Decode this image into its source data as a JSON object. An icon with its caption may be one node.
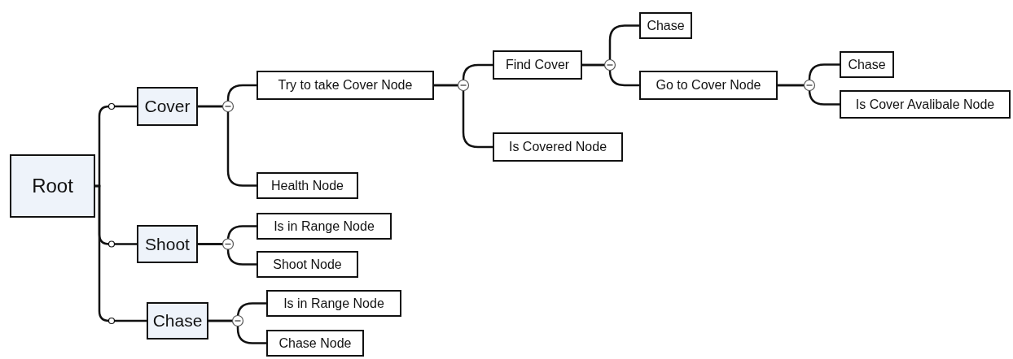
{
  "diagram": {
    "nodes": [
      {
        "text": [
          "Root"
        ]
      },
      {
        "text": [
          "Cover"
        ]
      },
      {
        "text": [
          "Shoot"
        ]
      },
      {
        "text": [
          "Chase"
        ]
      },
      {
        "text": [
          "Try to take Cover Node"
        ]
      },
      {
        "text": [
          "Health Node"
        ]
      },
      {
        "text": [
          "Find Cover"
        ]
      },
      {
        "text": [
          "Is Covered Node"
        ]
      },
      {
        "text": [
          "Chase"
        ]
      },
      {
        "text": [
          "Go to Cover Node"
        ]
      },
      {
        "text": [
          "Chase"
        ]
      },
      {
        "text": [
          "Is Cover Avalibale Node"
        ]
      },
      {
        "text": [
          "Is in Range Node"
        ]
      },
      {
        "text": [
          "Shoot Node"
        ]
      },
      {
        "text": [
          "Is in Range Node"
        ]
      },
      {
        "text": [
          "Chase Node"
        ]
      }
    ],
    "edges": [
      {
        "from": 0,
        "to": 1,
        "arrow": "none"
      },
      {
        "from": 0,
        "to": 2,
        "arrow": "none"
      },
      {
        "from": 0,
        "to": 3,
        "arrow": "none"
      },
      {
        "from": 1,
        "to": 4,
        "arrow": "none"
      },
      {
        "from": 1,
        "to": 5,
        "arrow": "none"
      },
      {
        "from": 4,
        "to": 6,
        "arrow": "none"
      },
      {
        "from": 4,
        "to": 7,
        "arrow": "none"
      },
      {
        "from": 6,
        "to": 8,
        "arrow": "none"
      },
      {
        "from": 6,
        "to": 9,
        "arrow": "none"
      },
      {
        "from": 9,
        "to": 10,
        "arrow": "none"
      },
      {
        "from": 9,
        "to": 11,
        "arrow": "none"
      },
      {
        "from": 2,
        "to": 12,
        "arrow": "none"
      },
      {
        "from": 2,
        "to": 13,
        "arrow": "none"
      },
      {
        "from": 3,
        "to": 14,
        "arrow": "none"
      },
      {
        "from": 3,
        "to": 15,
        "arrow": "none"
      }
    ]
  }
}
